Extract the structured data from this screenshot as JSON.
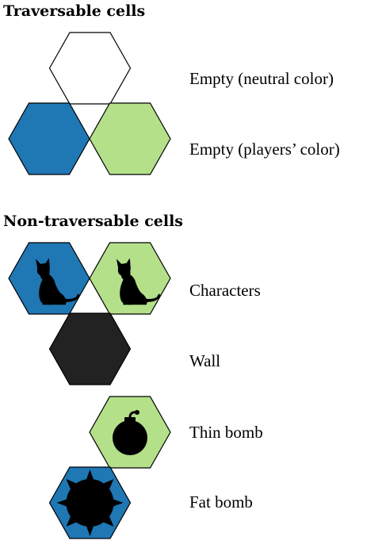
{
  "sections": {
    "traversable": {
      "title": "Traversable cells",
      "labels": {
        "neutral": "Empty (neutral color)",
        "players": "Empty (players’ color)"
      }
    },
    "non_traversable": {
      "title": "Non-traversable cells",
      "labels": {
        "characters": "Characters",
        "wall": "Wall",
        "thin_bomb": "Thin bomb",
        "fat_bomb": "Fat bomb"
      }
    }
  },
  "colors": {
    "neutral": "#ffffff",
    "player_blue": "#1f77b4",
    "player_green": "#b4e08a",
    "wall": "#222222",
    "icon": "#000000",
    "outline": "#000000"
  },
  "cells": [
    {
      "id": "neutral-empty",
      "fill": "neutral",
      "icon": "none"
    },
    {
      "id": "blue-empty",
      "fill": "player_blue",
      "icon": "none"
    },
    {
      "id": "green-empty",
      "fill": "player_green",
      "icon": "none"
    },
    {
      "id": "blue-character",
      "fill": "player_blue",
      "icon": "cat-icon"
    },
    {
      "id": "green-character",
      "fill": "player_green",
      "icon": "cat-icon"
    },
    {
      "id": "wall",
      "fill": "wall",
      "icon": "none"
    },
    {
      "id": "green-thin-bomb",
      "fill": "player_green",
      "icon": "thin-bomb-icon"
    },
    {
      "id": "blue-fat-bomb",
      "fill": "player_blue",
      "icon": "fat-bomb-icon"
    }
  ]
}
